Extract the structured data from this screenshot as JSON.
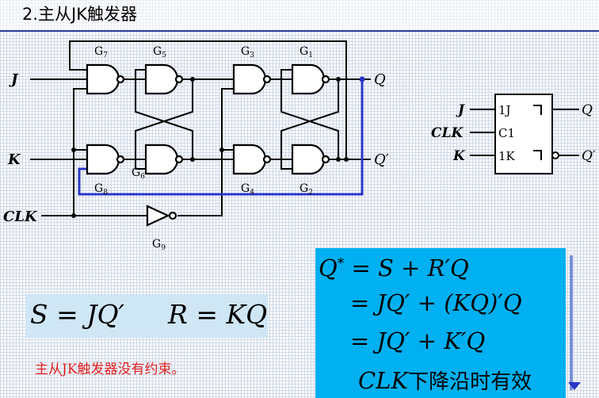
{
  "title": "2.主从JK触发器",
  "circuit": {
    "inputs": {
      "j": "J",
      "k": "K",
      "clk": "CLK"
    },
    "outputs": {
      "q": "Q",
      "qn": "Q′"
    },
    "gates": {
      "g7": "G",
      "g7_sub": "7",
      "g5": "G",
      "g5_sub": "5",
      "g3": "G",
      "g3_sub": "3",
      "g1": "G",
      "g1_sub": "1",
      "g8": "G",
      "g8_sub": "8",
      "g6": "G",
      "g6_sub": "6",
      "g4": "G",
      "g4_sub": "4",
      "g2": "G",
      "g2_sub": "2",
      "g9": "G",
      "g9_sub": "9"
    },
    "feedback_color": "#2a35c8"
  },
  "symbol": {
    "j": "J",
    "clk": "CLK",
    "k": "K",
    "pin_1j": "1J",
    "pin_c1": "C1",
    "pin_1k": "1K",
    "q": "Q",
    "qn": "Q′"
  },
  "sr_equations": {
    "s": "S = JQ′",
    "r": "R = KQ"
  },
  "note": "主从JK触发器没有约束。",
  "derivation": {
    "line1_lhs": "Q",
    "line1_sup": "*",
    "line1_rhs": "= S + R′Q",
    "line2": "= JQ′ + (KQ)′Q",
    "line3": "= JQ′ + K′Q",
    "line4_var": "CLK",
    "line4_text": "下降沿时有效"
  },
  "colors": {
    "eq_box": "#00b0f0",
    "sr_box": "#cfe6f5",
    "note": "#e02020",
    "title_rule": "#2a3f9c"
  }
}
